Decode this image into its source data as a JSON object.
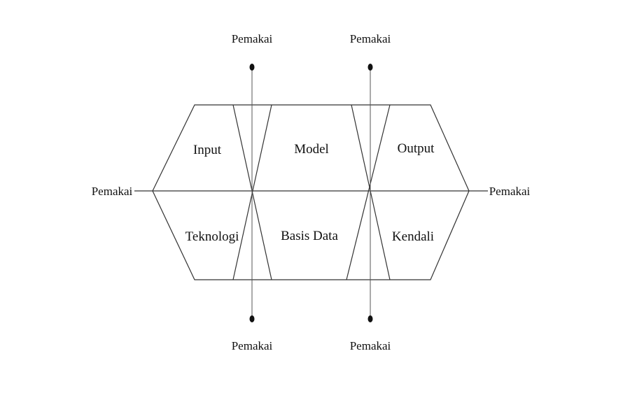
{
  "diagram": {
    "blocks": {
      "input": "Input",
      "model": "Model",
      "output": "Output",
      "technology": "Teknologi",
      "database": "Basis Data",
      "control": "Kendali"
    },
    "users": {
      "top_left": "Pemakai",
      "top_right": "Pemakai",
      "left": "Pemakai",
      "right": "Pemakai",
      "bottom_left": "Pemakai",
      "bottom_right": "Pemakai"
    },
    "colors": {
      "line": "#333333",
      "text": "#111111",
      "background": "#ffffff"
    }
  }
}
